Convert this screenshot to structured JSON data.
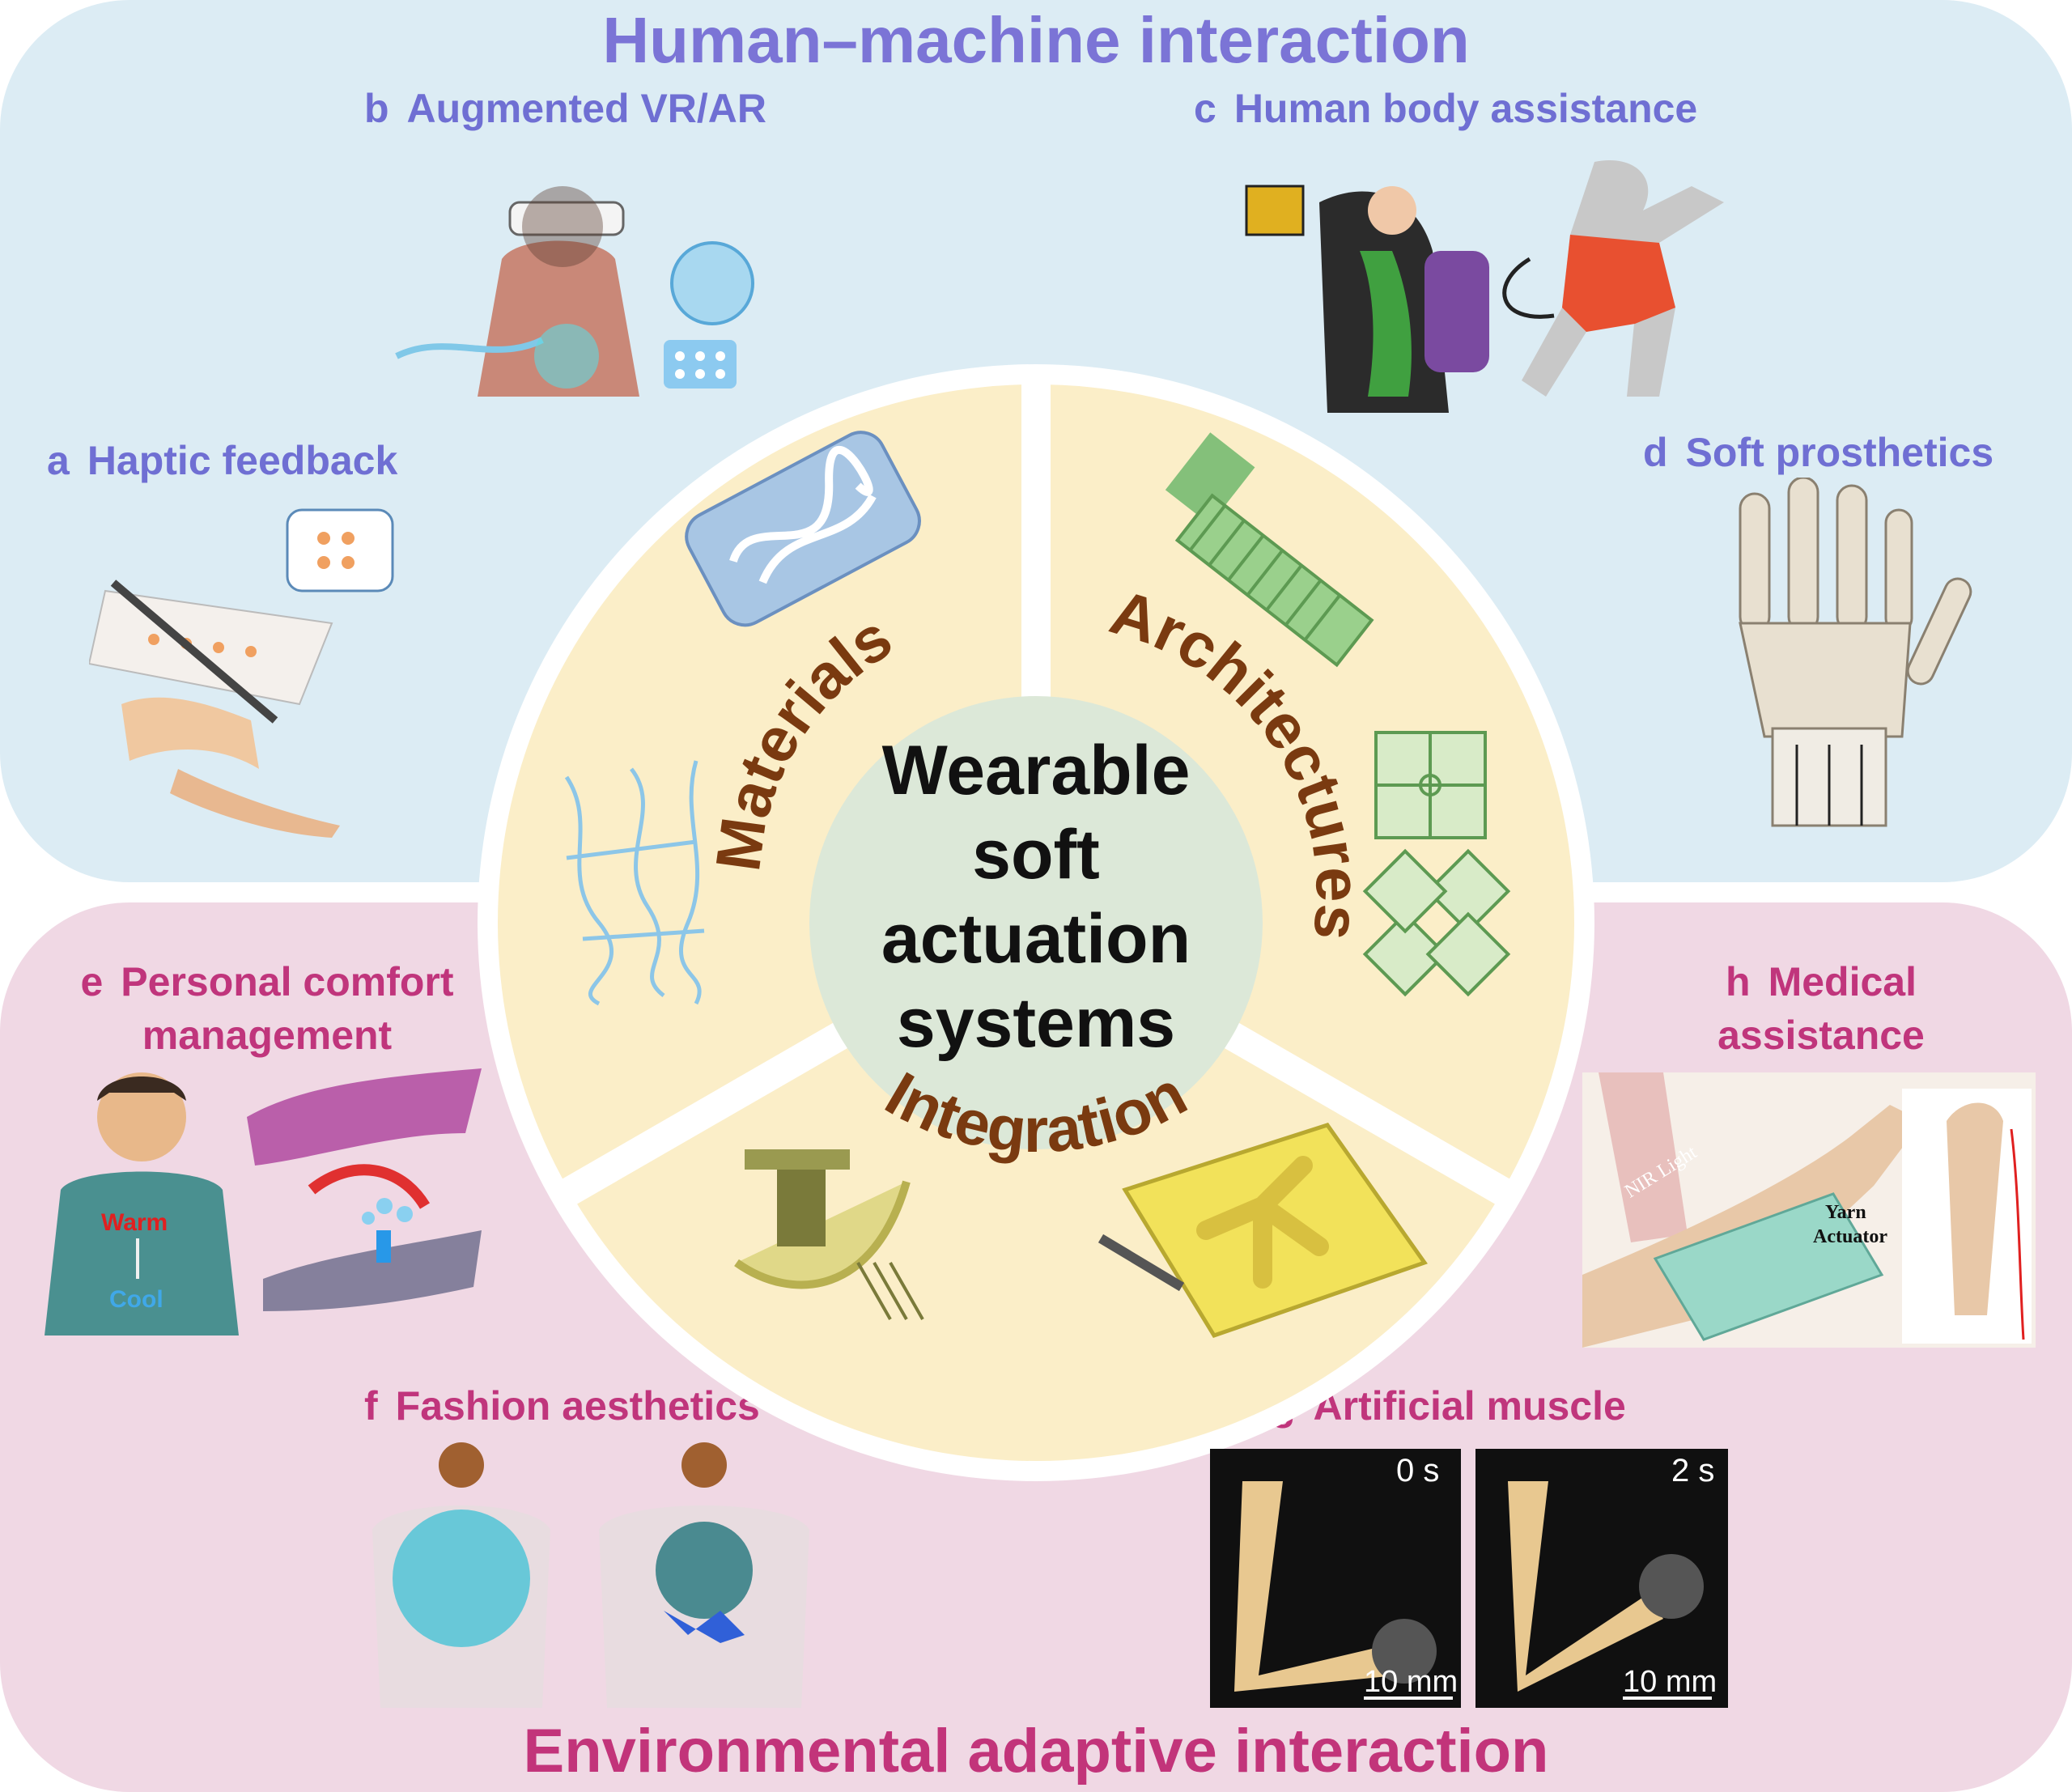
{
  "titles": {
    "top": "Human–machine interaction",
    "bottom": "Environmental adaptive interaction"
  },
  "labels": {
    "a": {
      "letter": "a",
      "text": "Haptic feedback"
    },
    "b": {
      "letter": "b",
      "text": "Augmented VR/AR"
    },
    "c": {
      "letter": "c",
      "text": "Human body assistance"
    },
    "d": {
      "letter": "d",
      "text": "Soft prosthetics"
    },
    "e": {
      "letter": "e",
      "line1": "Personal comfort",
      "line2": "management"
    },
    "f": {
      "letter": "f",
      "text": "Fashion aesthetics"
    },
    "g": {
      "letter": "g",
      "text": "Artificial muscle"
    },
    "h": {
      "letter": "h",
      "line1": "Medical",
      "line2": "assistance"
    }
  },
  "center": {
    "line1": "Wearable",
    "line2": "soft",
    "line3": "actuation",
    "line4": "systems"
  },
  "sectors": {
    "materials": "Materials",
    "architectures": "Architectures",
    "integration": "Integration"
  },
  "figure_annotations": {
    "warm": "Warm",
    "cool": "Cool",
    "nir_light": "NIR Light",
    "yarn": "Yarn",
    "actuator": "Actuator",
    "time_start": "0 s",
    "time_end": "2 s",
    "scale_bar": "10 mm"
  },
  "colors": {
    "top_panel": "#dcecf4",
    "bottom_panel": "#f0d8e4",
    "sector_fill": "#fbeec8",
    "center_fill": "#dce8d8",
    "sector_text": "#7a3a10",
    "blue_label": "#6f6fd3",
    "pink_label": "#c0357c"
  }
}
